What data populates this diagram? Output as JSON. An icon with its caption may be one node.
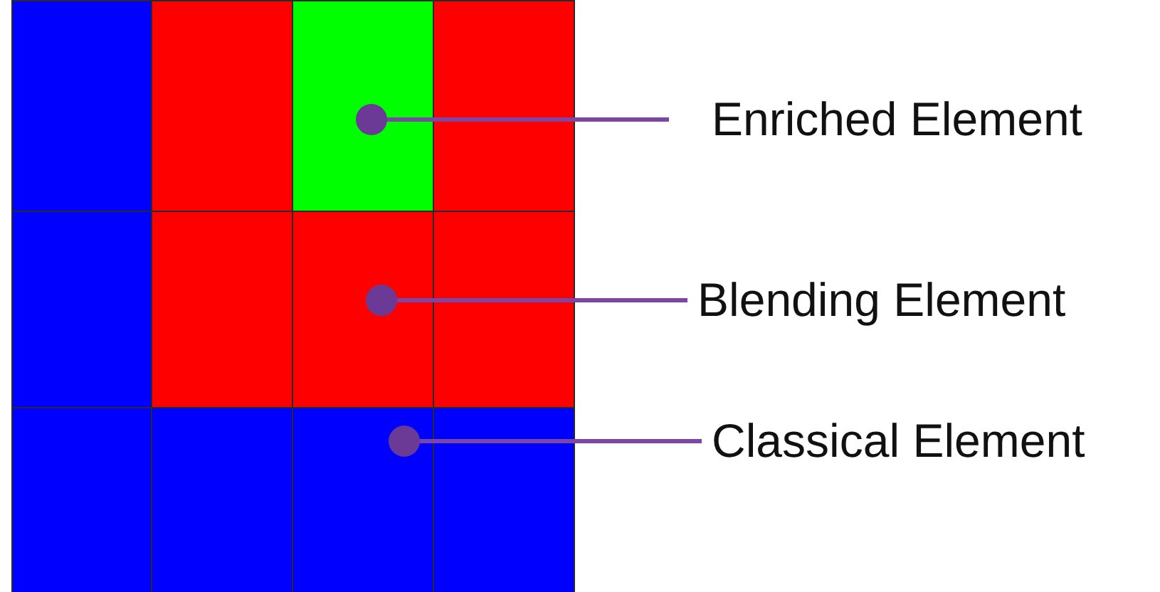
{
  "diagram": {
    "nodes": [
      {
        "text": [],
        "shape": "box"
      },
      {
        "text": [],
        "shape": "box"
      },
      {
        "text": [],
        "shape": "box"
      },
      {
        "text": [],
        "shape": "box"
      },
      {
        "text": [],
        "shape": "box"
      },
      {
        "text": [],
        "shape": "box"
      },
      {
        "text": [],
        "shape": "box"
      },
      {
        "text": [],
        "shape": "box"
      },
      {
        "text": [],
        "shape": "box"
      },
      {
        "text": [],
        "shape": "box"
      },
      {
        "text": [],
        "shape": "box"
      },
      {
        "text": [],
        "shape": "box"
      },
      {
        "text": [
          "Enriched Element"
        ]
      },
      {
        "text": [
          "Blending Element"
        ]
      },
      {
        "text": [
          "Classical Element"
        ]
      }
    ],
    "edges": [
      {
        "from": 12,
        "to": 2,
        "arrow": "other"
      },
      {
        "from": 13,
        "to": 6,
        "arrow": "other"
      },
      {
        "from": 14,
        "to": 10,
        "arrow": "other"
      }
    ]
  }
}
